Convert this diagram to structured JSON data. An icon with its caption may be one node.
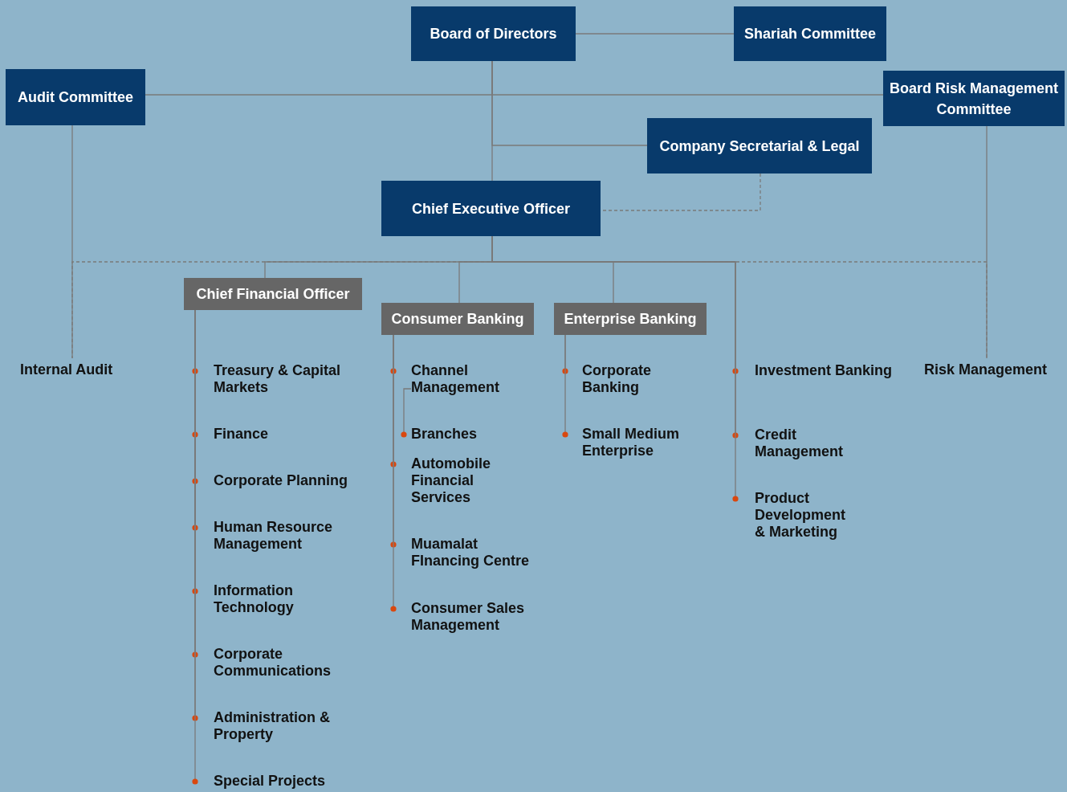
{
  "diagram": {
    "nodes": [
      {
        "text": [
          "Board of Directors"
        ]
      },
      {
        "text": [
          "Shariah Committee"
        ]
      },
      {
        "text": [
          "Audit Committee"
        ]
      },
      {
        "text": [
          "Board Risk Management Committee"
        ]
      },
      {
        "text": [
          "Company Secretarial & Legal"
        ]
      },
      {
        "text": [
          "Chief Executive Officer"
        ]
      },
      {
        "text": [
          "Chief Financial Officer"
        ]
      },
      {
        "text": [
          "Consumer Banking"
        ]
      },
      {
        "text": [
          "Enterprise Banking"
        ]
      },
      {
        "text": [
          "Internal Audit"
        ]
      },
      {
        "text": [
          "Treasury & Capital Markets"
        ]
      },
      {
        "text": [
          "Finance"
        ]
      },
      {
        "text": [
          "Corporate Planning"
        ]
      },
      {
        "text": [
          "Human Resource Management"
        ]
      },
      {
        "text": [
          "Information Technology"
        ]
      },
      {
        "text": [
          "Corporate Communications"
        ]
      },
      {
        "text": [
          "Administration & Property"
        ]
      },
      {
        "text": [
          "Special Projects"
        ]
      },
      {
        "text": [
          "Channel Management"
        ]
      },
      {
        "text": [
          "Branches"
        ]
      },
      {
        "text": [
          "Automobile Financial Services"
        ]
      },
      {
        "text": [
          "Muamalat FInancing Centre"
        ]
      },
      {
        "text": [
          "Consumer Sales Management"
        ]
      },
      {
        "text": [
          "Corporate Banking"
        ]
      },
      {
        "text": [
          "Small Medium Enterprise"
        ]
      },
      {
        "text": [
          "Investment Banking"
        ]
      },
      {
        "text": [
          "Credit Management"
        ]
      },
      {
        "text": [
          "Product Development & Marketing"
        ]
      },
      {
        "text": [
          "Risk Management"
        ]
      }
    ],
    "edges": [
      {
        "from": 0,
        "to": 1,
        "arrow": "none"
      },
      {
        "from": 0,
        "to": 2,
        "arrow": "none"
      },
      {
        "from": 0,
        "to": 3,
        "arrow": "none"
      },
      {
        "from": 0,
        "to": 4,
        "arrow": "none"
      },
      {
        "from": 0,
        "to": 5,
        "arrow": "none"
      },
      {
        "from": 4,
        "to": 5,
        "arrow": "none",
        "style": "dashed"
      },
      {
        "from": 2,
        "to": 9,
        "arrow": "none"
      },
      {
        "from": 5,
        "to": 9,
        "arrow": "none",
        "style": "dashed"
      },
      {
        "from": 3,
        "to": 28,
        "arrow": "none"
      },
      {
        "from": 5,
        "to": 28,
        "arrow": "none",
        "style": "dashed"
      },
      {
        "from": 5,
        "to": 6,
        "arrow": "none"
      },
      {
        "from": 5,
        "to": 7,
        "arrow": "none"
      },
      {
        "from": 5,
        "to": 8,
        "arrow": "none"
      },
      {
        "from": 6,
        "to": 10,
        "arrow": "other"
      },
      {
        "from": 6,
        "to": 11,
        "arrow": "other"
      },
      {
        "from": 6,
        "to": 12,
        "arrow": "other"
      },
      {
        "from": 6,
        "to": 13,
        "arrow": "other"
      },
      {
        "from": 6,
        "to": 14,
        "arrow": "other"
      },
      {
        "from": 6,
        "to": 15,
        "arrow": "other"
      },
      {
        "from": 6,
        "to": 16,
        "arrow": "other"
      },
      {
        "from": 6,
        "to": 17,
        "arrow": "other"
      },
      {
        "from": 7,
        "to": 18,
        "arrow": "other"
      },
      {
        "from": 18,
        "to": 19,
        "arrow": "other"
      },
      {
        "from": 7,
        "to": 20,
        "arrow": "other"
      },
      {
        "from": 7,
        "to": 21,
        "arrow": "other"
      },
      {
        "from": 7,
        "to": 22,
        "arrow": "other"
      },
      {
        "from": 8,
        "to": 23,
        "arrow": "other"
      },
      {
        "from": 8,
        "to": 24,
        "arrow": "other"
      },
      {
        "from": 5,
        "to": 25,
        "arrow": "other"
      },
      {
        "from": 5,
        "to": 26,
        "arrow": "other"
      },
      {
        "from": 5,
        "to": 27,
        "arrow": "other"
      }
    ]
  }
}
